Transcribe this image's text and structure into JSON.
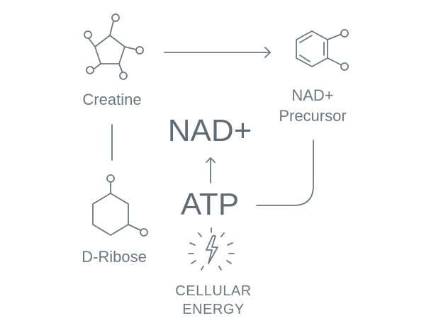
{
  "diagram": {
    "nodes": {
      "creatine": {
        "label": "Creatine",
        "icon": "pentagon-molecule-icon"
      },
      "nad_precursor": {
        "label_line1": "NAD+",
        "label_line2": "Precursor",
        "icon": "benzene-molecule-icon"
      },
      "d_ribose": {
        "label": "D-Ribose",
        "icon": "hexagon-molecule-icon"
      },
      "nad": {
        "label": "NAD+"
      },
      "atp": {
        "label": "ATP"
      },
      "cellular_energy": {
        "label_line1": "CELLULAR",
        "label_line2": "ENERGY",
        "icon": "lightning-bolt-icon"
      }
    },
    "edges": [
      {
        "from": "creatine",
        "to": "nad_precursor",
        "arrow": true
      },
      {
        "from": "creatine",
        "to": "d_ribose",
        "arrow": false
      },
      {
        "from": "atp",
        "to": "nad",
        "arrow": true
      },
      {
        "from": "nad_precursor",
        "to": "atp",
        "arrow": false
      }
    ],
    "colors": {
      "ink": "#6b7781",
      "heavy": "#5f6b75",
      "background": "#ffffff"
    }
  }
}
